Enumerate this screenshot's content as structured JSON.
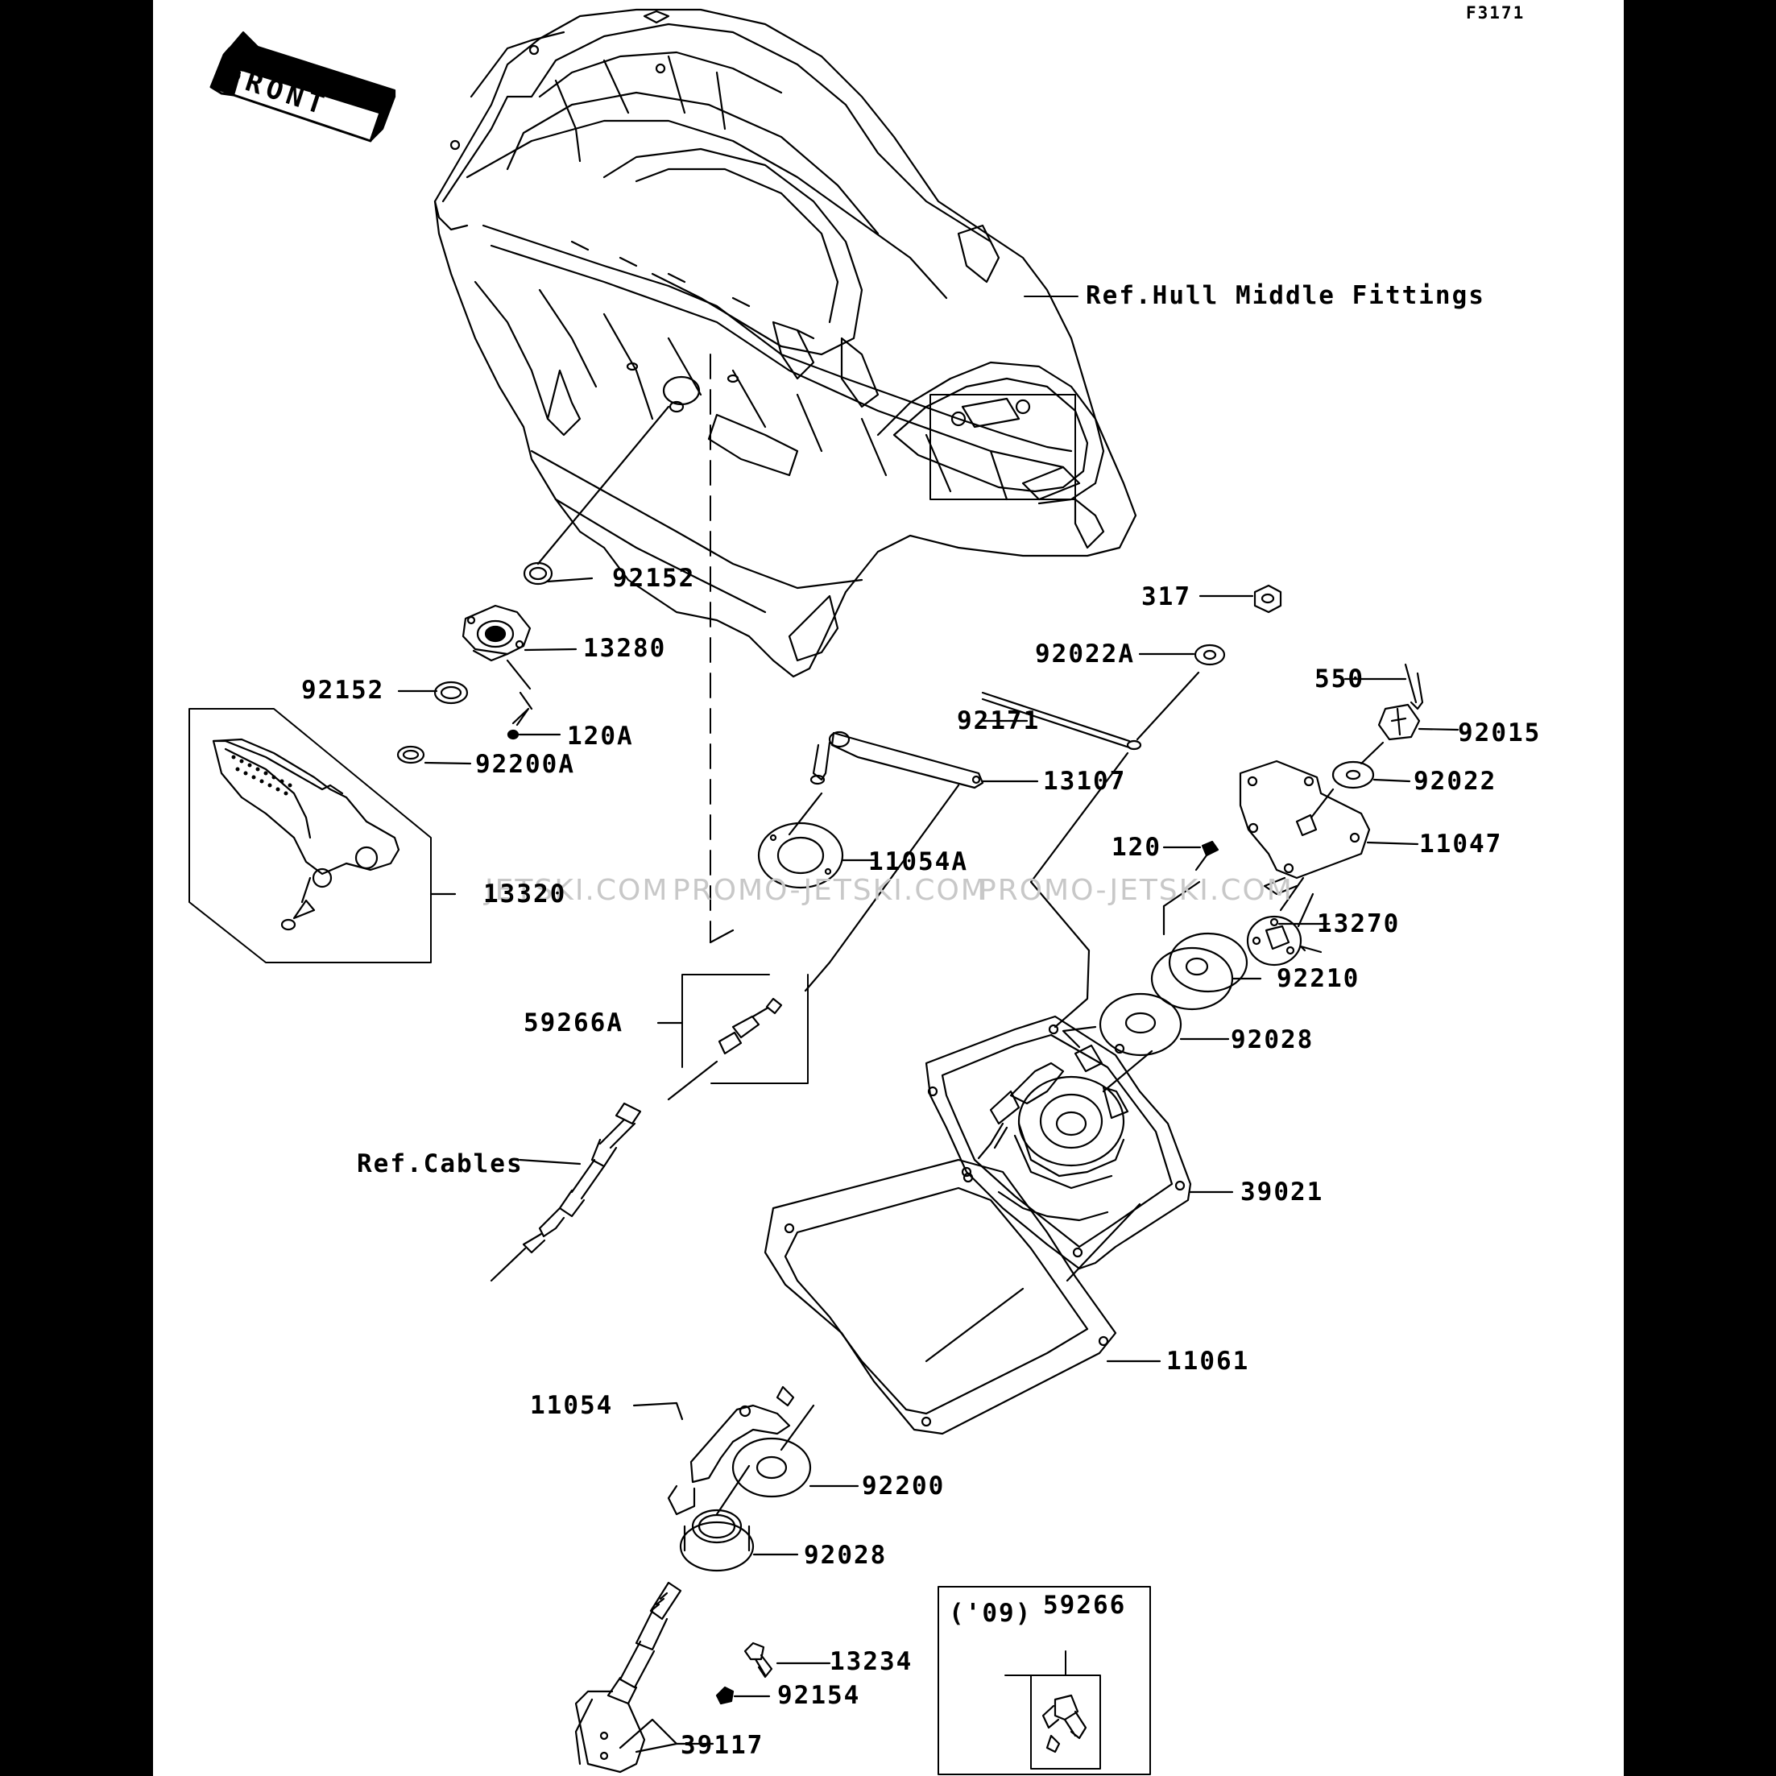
{
  "figure_code": "F3171",
  "front_label": "FRONT",
  "watermarks": [
    "JETSKI.COM",
    "PROMO-JETSKI.COM",
    "PROMO-JETSKI.COM"
  ],
  "labels": {
    "ref_hull": "Ref.Hull Middle Fittings",
    "p92152_a": "92152",
    "p13280": "13280",
    "p92152_b": "92152",
    "p120A": "120A",
    "p92200A": "92200A",
    "p13320": "13320",
    "p317": "317",
    "p92022A": "92022A",
    "p92171": "92171",
    "p550": "550",
    "p92015": "92015",
    "p92022": "92022",
    "p13107": "13107",
    "p11054A": "11054A",
    "p11047": "11047",
    "p120": "120",
    "p13270": "13270",
    "p92210": "92210",
    "p92028_a": "92028",
    "p59266A": "59266A",
    "ref_cables": "Ref.Cables",
    "p39021": "39021",
    "p11061": "11061",
    "p11054": "11054",
    "p92200": "92200",
    "p92028_b": "92028",
    "p13234": "13234",
    "p92154": "92154",
    "p39117": "39117",
    "year_09": "('09)",
    "p59266": "59266"
  }
}
